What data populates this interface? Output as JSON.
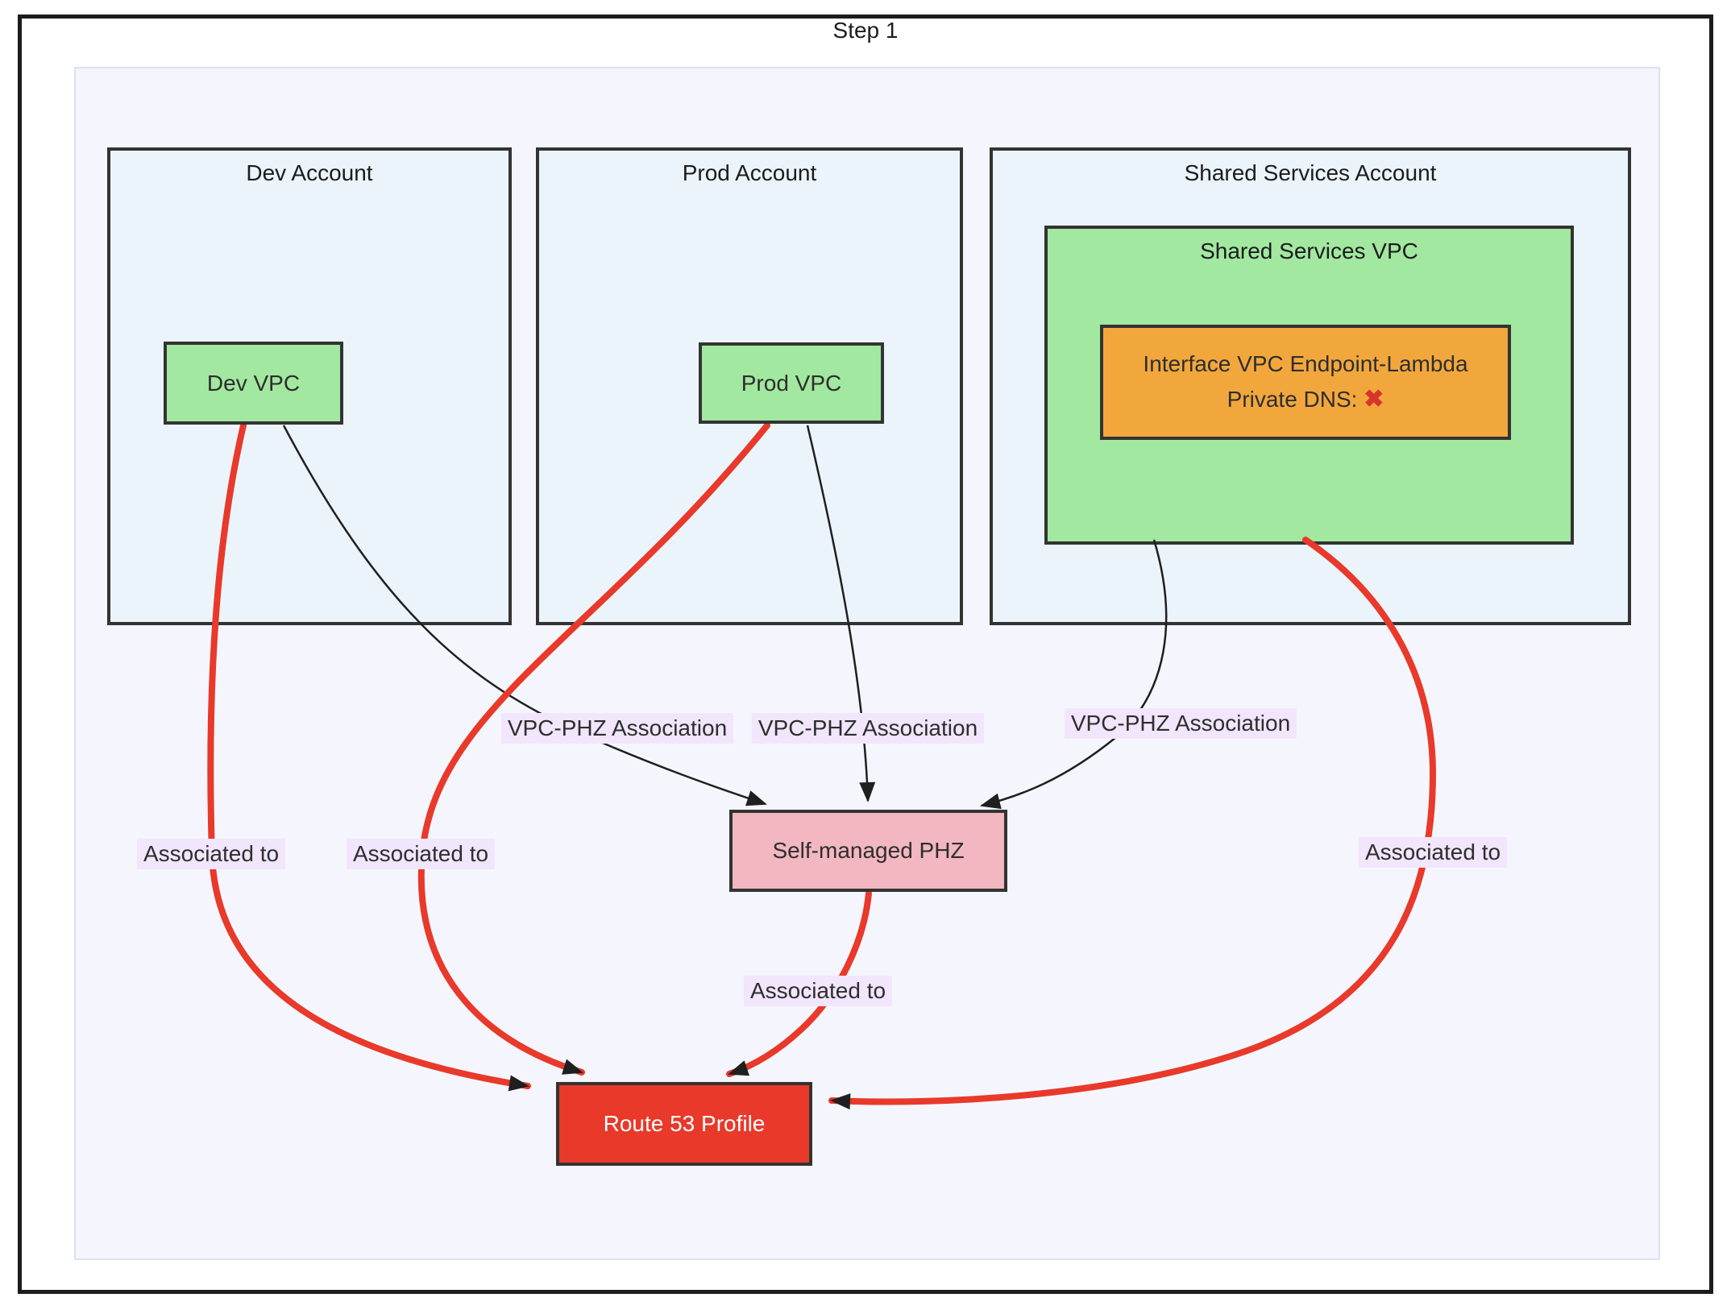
{
  "diagram_title": "Step 1",
  "accounts": [
    {
      "label": "Dev Account"
    },
    {
      "label": "Prod Account"
    },
    {
      "label": "Shared Services Account"
    }
  ],
  "nodes": {
    "shared_vpc": {
      "label": "Shared Services VPC"
    },
    "dev_vpc": {
      "label": "Dev VPC"
    },
    "prod_vpc": {
      "label": "Prod VPC"
    },
    "endpoint": {
      "line1": "Interface VPC Endpoint-Lambda",
      "line2": "Private DNS:",
      "status_icon": "cross-mark",
      "status_glyph": "✖"
    },
    "phz": {
      "label": "Self-managed PHZ"
    },
    "r53": {
      "label": "Route 53 Profile"
    }
  },
  "edge_labels": [
    {
      "label": "VPC-PHZ Association"
    },
    {
      "label": "VPC-PHZ Association"
    },
    {
      "label": "VPC-PHZ Association"
    },
    {
      "label": "Associated to"
    },
    {
      "label": "Associated to"
    },
    {
      "label": "Associated to"
    },
    {
      "label": "Associated to"
    }
  ],
  "colors": {
    "vpc_green": "#a2e8a0",
    "endpoint_orange": "#f2a73d",
    "phz_pink": "#f2b7c1",
    "r53_red": "#e8392b",
    "edge_red": "#e8392b",
    "edge_black": "#1f1f1f",
    "edge_label_bg": "#f1e6fb",
    "account_bg": "#ebf4fb",
    "canvas_bg": "#f5f6fd",
    "node_border": "#333333",
    "cross_red": "#d8342c"
  }
}
